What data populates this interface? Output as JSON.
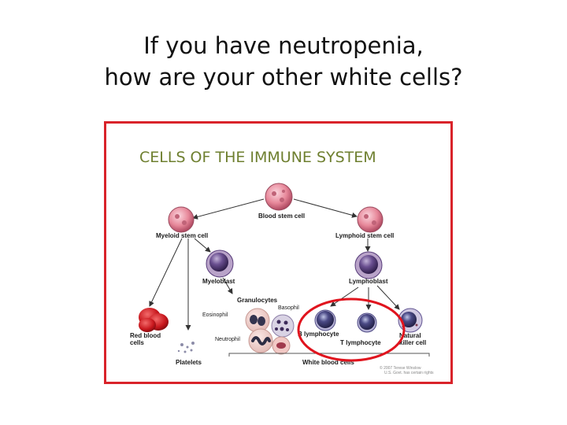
{
  "slide": {
    "title_line1": "If you have neutropenia,",
    "title_line2": "how are your other white cells?"
  },
  "diagram": {
    "heading": "CELLS OF THE IMMUNE SYSTEM",
    "labels": {
      "blood_stem_cell": "Blood stem cell",
      "myeloid_stem_cell": "Myeloid stem cell",
      "lymphoid_stem_cell": "Lymphoid stem cell",
      "myeloblast": "Myeloblast",
      "lymphoblast": "Lymphoblast",
      "granulocytes": "Granulocytes",
      "basophil": "Basophil",
      "eosinophil": "Eosinophil",
      "neutrophil": "Neutrophil",
      "red_blood_cells_1": "Red blood",
      "red_blood_cells_2": "cells",
      "platelets": "Platelets",
      "b_lymphocyte": "B lymphocyte",
      "t_lymphocyte": "T lymphocyte",
      "natural_killer_1": "Natural",
      "natural_killer_2": "killer cell",
      "white_blood_cells": "White blood cells"
    },
    "credit_line1": "© 2007 Terese Winslow",
    "credit_line2": "U.S. Govt. has certain rights",
    "colors": {
      "frame": "#d9232a",
      "heading": "#6e7f2f",
      "highlight_circle": "#e0141e"
    }
  }
}
